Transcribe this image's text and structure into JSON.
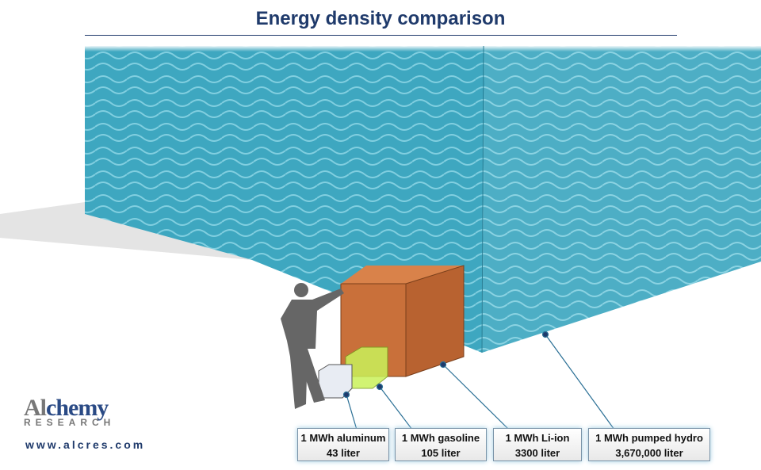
{
  "title": "Energy density comparison",
  "labels": [
    {
      "name": "1 MWh aluminum",
      "volume": "43 liter"
    },
    {
      "name": "1 MWh gasoline",
      "volume": "105 liter"
    },
    {
      "name": "1 MWh Li-ion",
      "volume": "3300 liter"
    },
    {
      "name": "1 MWh pumped hydro",
      "volume": "3,670,000 liter"
    }
  ],
  "logo": {
    "brand": "Alchemy",
    "brand_prefix": "Al",
    "brand_rest": "chemy",
    "sub": "RESEARCH",
    "url": "www.alcres.com"
  },
  "colors": {
    "water": "#3aa3bd",
    "liion": "#c9703a",
    "gasoline": "#c9f25a",
    "aluminum": "#e8ecf3",
    "title": "#1f3a6b"
  }
}
